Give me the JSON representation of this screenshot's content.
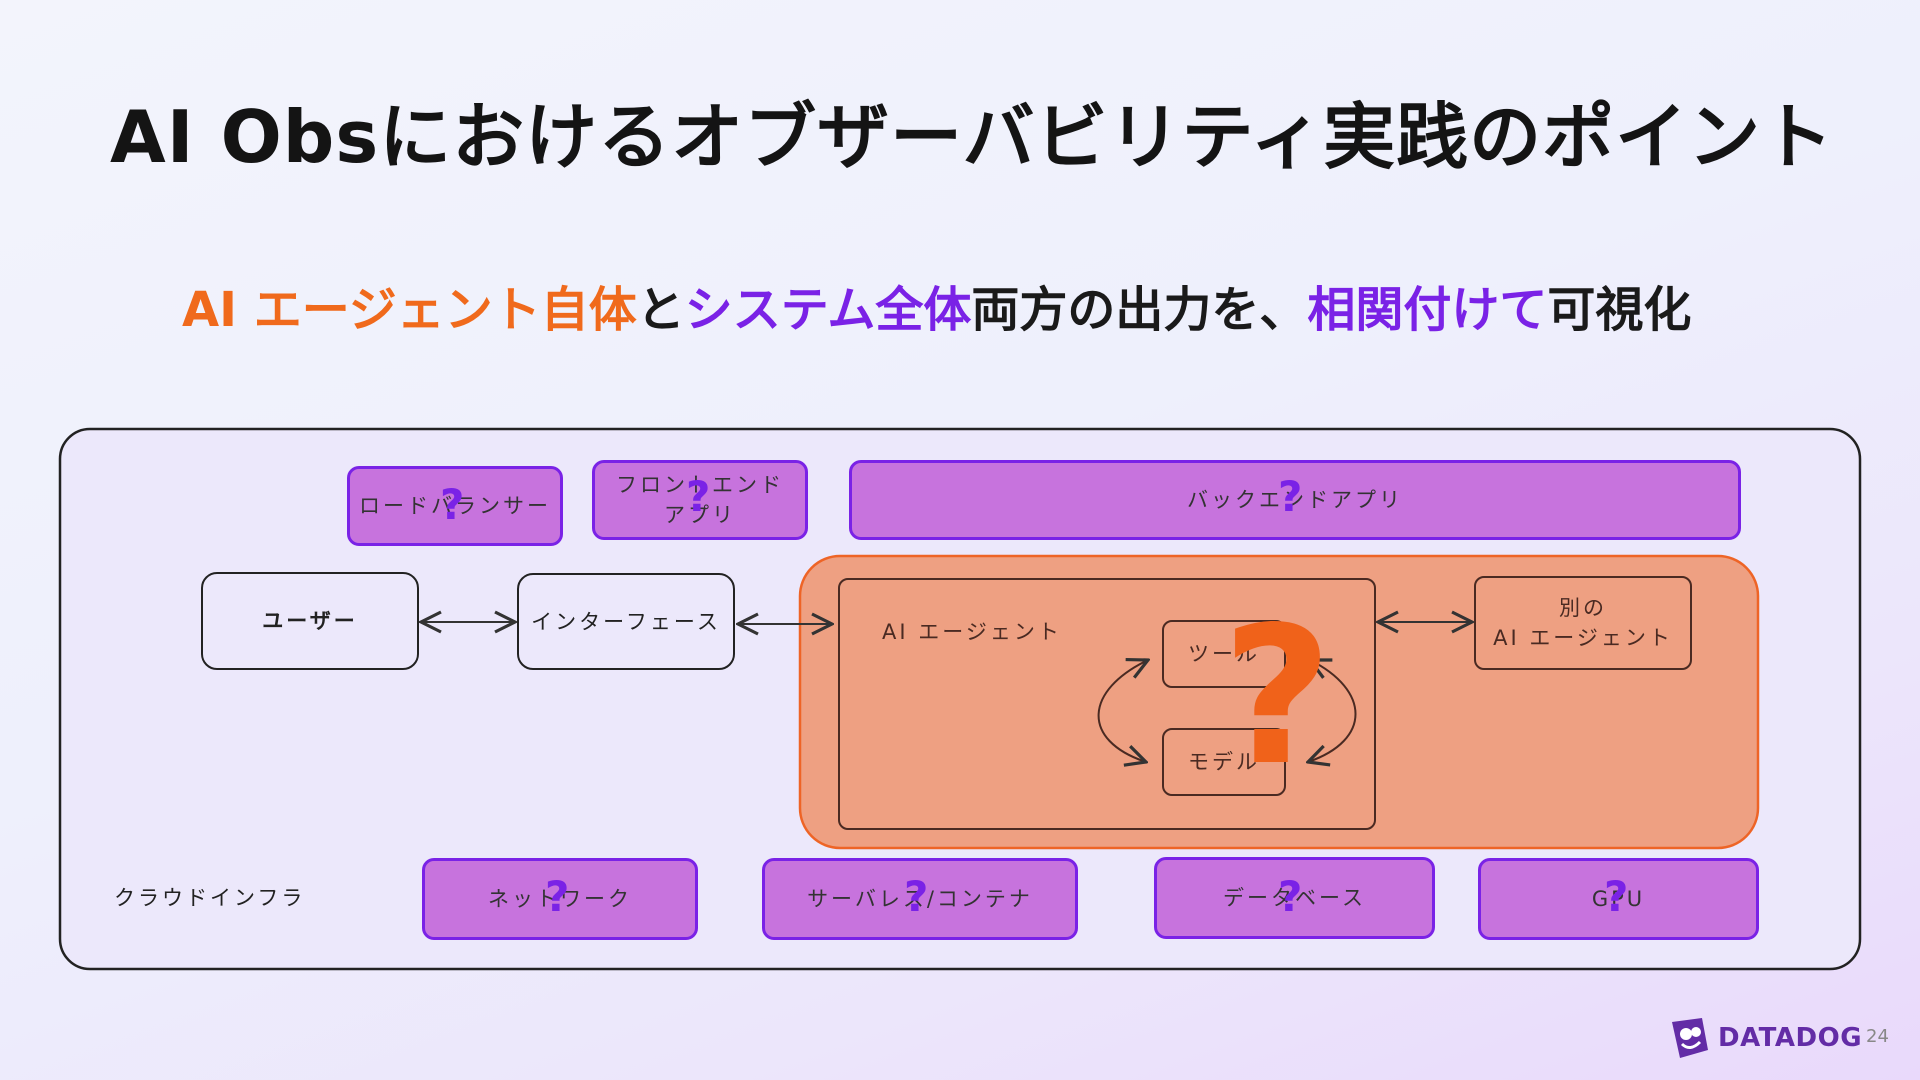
{
  "title": "AI Obsにおけるオブザーバビリティ実践のポイント",
  "subtitle": {
    "part1": "AI エージェント自体",
    "part2": "と",
    "part3": "システム全体",
    "part4": "両方の出力を、",
    "part5": "相関付けて",
    "part6": "可視化"
  },
  "diagram": {
    "services_top": {
      "load_balancer": "ロードバランサー",
      "frontend_app_line1": "フロントエンド",
      "frontend_app_line2": "アプリ",
      "backend_app": "バックエンドアプリ"
    },
    "user": "ユーザー",
    "interface": "インターフェース",
    "ai_agent": "AI エージェント",
    "tool": "ツール",
    "model": "モデル",
    "other_agent_line1": "別の",
    "other_agent_line2": "AI エージェント",
    "cloud_infra_label": "クラウドインフラ",
    "services_bottom": {
      "network": "ネットワーク",
      "serverless_container": "サーバレス/コンテナ",
      "database": "データベース",
      "gpu": "GPU"
    },
    "question_mark": "?"
  },
  "colors": {
    "accent_orange": "#f06a1c",
    "accent_purple": "#7a22e6",
    "service_fill": "#c773dd",
    "agent_region_fill": "#eea082"
  },
  "footer": {
    "brand": "DATADOG",
    "page_number": "24"
  }
}
